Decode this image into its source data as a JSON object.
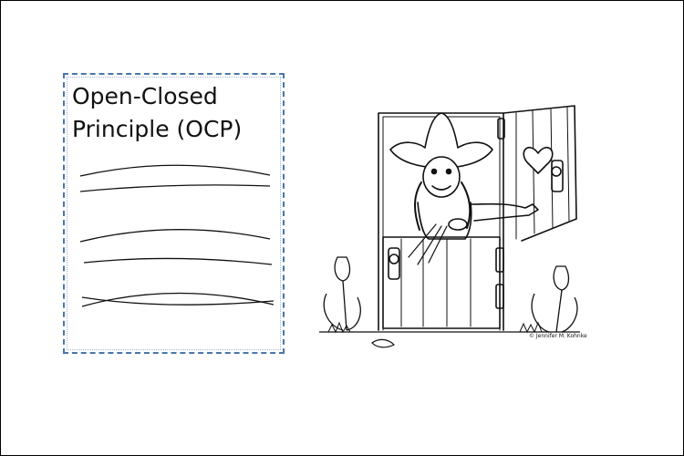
{
  "slide": {
    "title_line1": "Open-Closed",
    "title_line2": "Principle (OCP)",
    "illustration": {
      "subject": "girl-in-cowboy-hat-at-open-door",
      "credit": "© Jennifer M. Kohnke"
    },
    "colors": {
      "frame": "#000000",
      "box_border": "#4a76a8",
      "ink": "#111111"
    }
  }
}
